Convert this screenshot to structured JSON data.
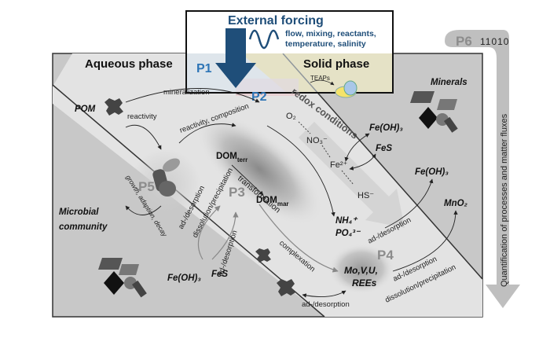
{
  "forcing": {
    "title": "External forcing",
    "lines": [
      "flow, mixing, reactants,",
      "temperature, salinity"
    ]
  },
  "phases": {
    "aqueous": "Aqueous phase",
    "solid": "Solid phase"
  },
  "processes": {
    "p1": "P1",
    "p2": "P2",
    "p3": "P3",
    "p4": "P4",
    "p5": "P5",
    "p6": "P6",
    "p6_bits": "11010"
  },
  "right_label": "Quantification of processes and matter fluxes",
  "pools": {
    "pom": "POM",
    "minerals": "Minerals",
    "microbial": [
      "Microbial",
      "community"
    ],
    "dom_terr": "DOM",
    "dom_terr_sub": "terr",
    "dom_mar": "DOM",
    "dom_mar_sub": "mar",
    "trace": [
      "Mo,V,U,",
      "REEs"
    ]
  },
  "processes_text": {
    "mineralization": "mineralization",
    "reactivity": "reactivity",
    "reactivity_composition": "reactivity, composition",
    "transformation": "transformation",
    "growth": "growth, adaption, decay",
    "ad_desorption": "ad-/desorption",
    "dissolution_precipitation": "dissolution/precipitation",
    "complexation": "complexation",
    "teaps": "TEAPs",
    "redox": "redox conditions"
  },
  "species": {
    "o2": "O₂",
    "no3": "NO₃⁻",
    "fe2": "Fe²⁺",
    "hs": "HS⁻",
    "nh4": "NH₄⁺",
    "po4": "PO₄³⁻",
    "feoh3": "Fe(OH)₃",
    "fes": "FeS",
    "mno2": "MnO₂"
  },
  "colors": {
    "panel_gray": "#c8c8c8",
    "middle_band": "#e3e3e3",
    "solid_phase": "#f2dc90",
    "forcing_blue": "#1f4e79",
    "p1_blue": "#2e75b6",
    "redox_red": "#c00000",
    "arrow_gray": "#9a9a9a"
  }
}
